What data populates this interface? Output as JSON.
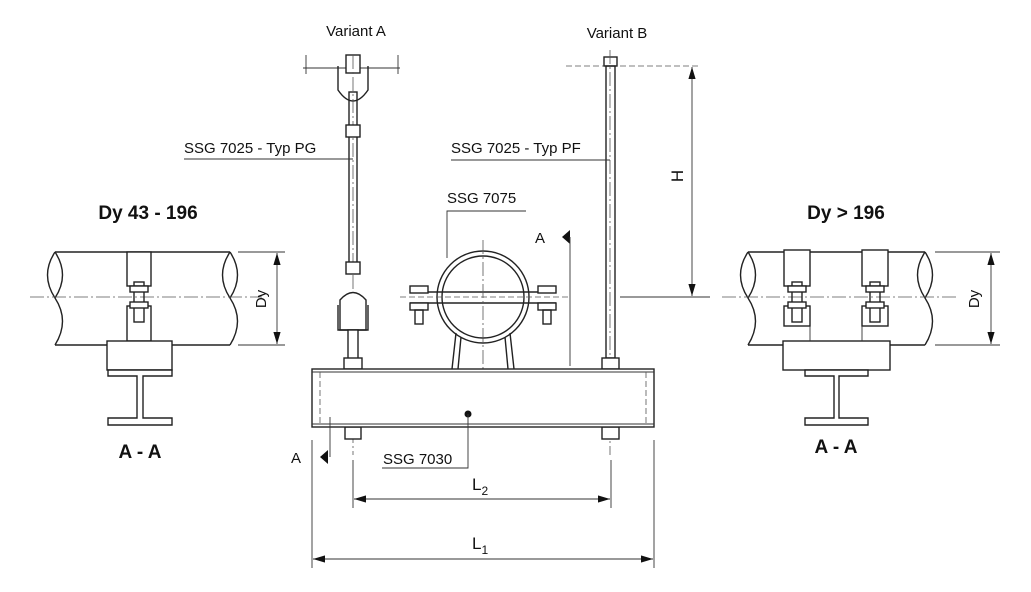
{
  "labels": {
    "variant_a": "Variant A",
    "variant_b": "Variant B",
    "typ_pg": "SSG 7025 - Typ PG",
    "typ_pf": "SSG 7025 - Typ PF",
    "clamp": "SSG 7075",
    "beam": "SSG 7030",
    "section_mark_top": "A",
    "section_mark_bottom": "A",
    "dim_h": "H",
    "dim_l1_main": "L",
    "dim_l1_sub": "1",
    "dim_l2_main": "L",
    "dim_l2_sub": "2"
  },
  "left_section": {
    "title": "Dy 43 - 196",
    "dim_dy": "Dy",
    "caption": "A - A"
  },
  "right_section": {
    "title": "Dy > 196",
    "dim_dy": "Dy",
    "caption": "A - A"
  }
}
